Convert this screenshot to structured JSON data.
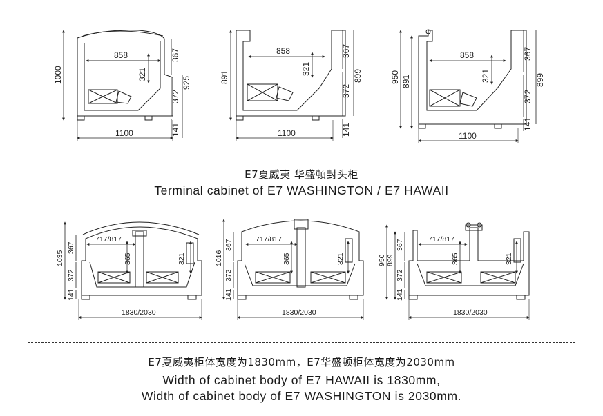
{
  "top_views": [
    {
      "id": "v1",
      "width_dim": "1100",
      "inner_dim": "858",
      "dims": [
        "321",
        "367",
        "372",
        "925",
        "141",
        "1000"
      ]
    },
    {
      "id": "v2",
      "width_dim": "1100",
      "inner_dim": "858",
      "dims": [
        "321",
        "367",
        "372",
        "899",
        "141",
        "891"
      ]
    },
    {
      "id": "v3",
      "width_dim": "1100",
      "inner_dim": "858",
      "dims": [
        "321",
        "367",
        "372",
        "899",
        "141",
        "950",
        "891"
      ]
    }
  ],
  "bottom_views": [
    {
      "id": "b1",
      "width_dim": "1830/2030",
      "inner_dim": "717/817",
      "dims": [
        "365",
        "321",
        "367",
        "372",
        "141",
        "1035"
      ]
    },
    {
      "id": "b2",
      "width_dim": "1830/2030",
      "inner_dim": "717/817",
      "dims": [
        "365",
        "321",
        "367",
        "372",
        "141",
        "1016"
      ]
    },
    {
      "id": "b3",
      "width_dim": "1830/2030",
      "inner_dim": "717/817",
      "dims": [
        "365",
        "321",
        "367",
        "372",
        "141",
        "950",
        "899"
      ]
    }
  ],
  "captions": {
    "section1_cn": "E7夏威夷 华盛顿封头柜",
    "section1_en": "Terminal  cabinet  of E7 WASHINGTON / E7 HAWAII",
    "section2_cn": "E7夏威夷柜体宽度为1830mm，E7华盛顿柜体宽度为2030mm",
    "section2_en_1": "Width of cabinet body of E7 HAWAII is 1830mm,",
    "section2_en_2": "Width of cabinet body of E7 WASHINGTON is 2030mm."
  }
}
